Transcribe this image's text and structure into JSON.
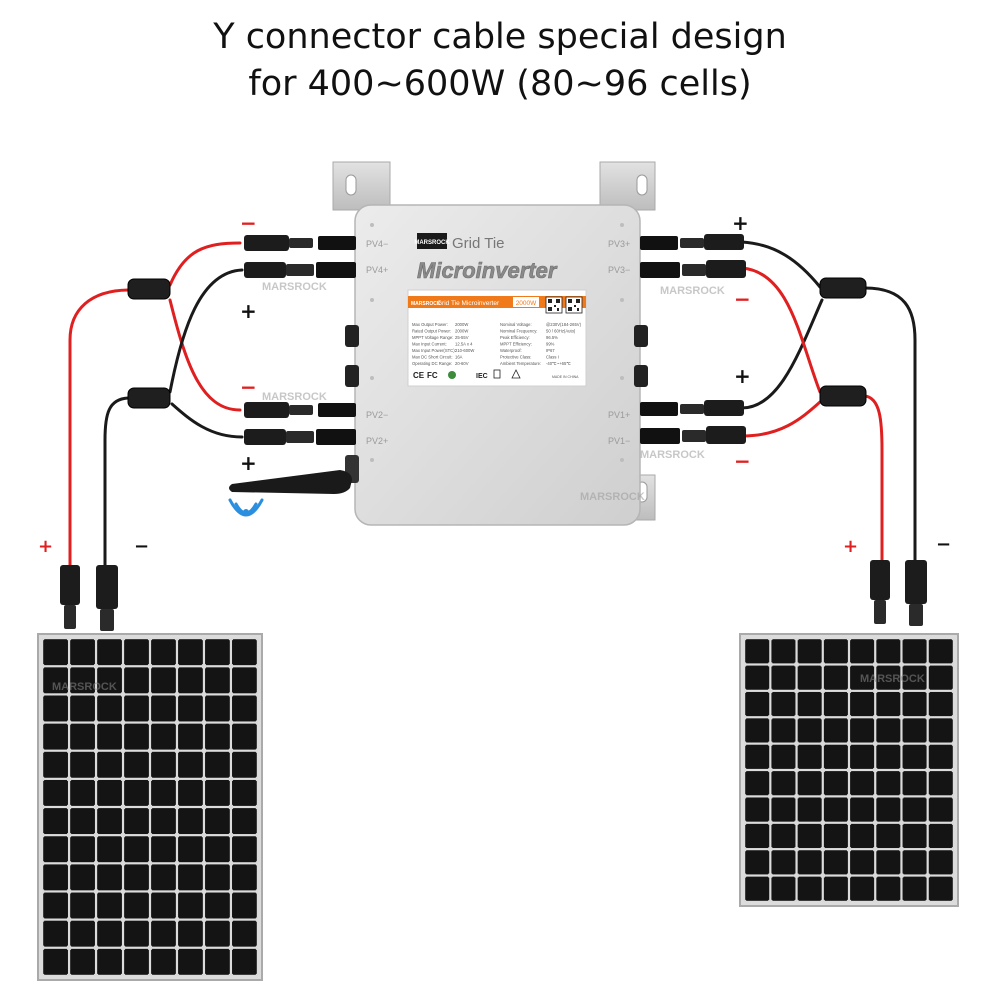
{
  "title": {
    "line1": "Y connector cable special design",
    "line2": "for 400~600W (80~96 cells)"
  },
  "inverter": {
    "brand_logo": "MARSROCK",
    "heading_small": "Grid Tie",
    "heading_large": "Microinverter",
    "label_brand": "MARSROCK",
    "label_title": "Grid Tie Microinverter",
    "label_power": "2000W",
    "specs_left": [
      {
        "k": "Max Output Power:",
        "v": "2000W"
      },
      {
        "k": "Rated Output Power:",
        "v": "2000W"
      },
      {
        "k": "MPPT Voltage Range:",
        "v": "25-55V"
      },
      {
        "k": "Max Input Current:",
        "v": "12.5A x 4"
      },
      {
        "k": "Max Input Power(STC):",
        "v": "210-600W"
      },
      {
        "k": "Max DC Short Circuit:",
        "v": "16A"
      },
      {
        "k": "Operating DC Range:",
        "v": "20-60V"
      }
    ],
    "specs_right": [
      {
        "k": "Nominal Voltage:",
        "v": "@230V(184-265V)"
      },
      {
        "k": "Nominal Frequency:",
        "v": "50 / 60Hz(Auto)"
      },
      {
        "k": "Peak Efficiency:",
        "v": "96.5%"
      },
      {
        "k": "MPPT Efficiency:",
        "v": "99%"
      },
      {
        "k": "Waterproof:",
        "v": "IP67"
      },
      {
        "k": "Protective Class:",
        "v": "Class I"
      },
      {
        "k": "Ambient Temperature:",
        "v": "-40℃~+65℃"
      }
    ],
    "cert_ce": "CE",
    "cert_fc": "FC",
    "cert_iec": "IEC",
    "made_in": "MADE IN CHINA",
    "ports": {
      "pv4_minus": "PV4−",
      "pv4_plus": "PV4+",
      "pv2_minus": "PV2−",
      "pv2_plus": "PV2+",
      "pv3_plus": "PV3+",
      "pv3_minus": "PV3−",
      "pv1_plus": "PV1+",
      "pv1_minus": "PV1−"
    }
  },
  "polarity": {
    "plus": "+",
    "minus": "−"
  },
  "watermark": "MARSROCK",
  "colors": {
    "red_cable": "#e02020",
    "black_cable": "#1a1a1a",
    "wifi_blue": "#2b8fe0",
    "label_orange": "#f07a1a",
    "inverter_body": "#d9d9d9",
    "panel_cell": "#141414"
  }
}
